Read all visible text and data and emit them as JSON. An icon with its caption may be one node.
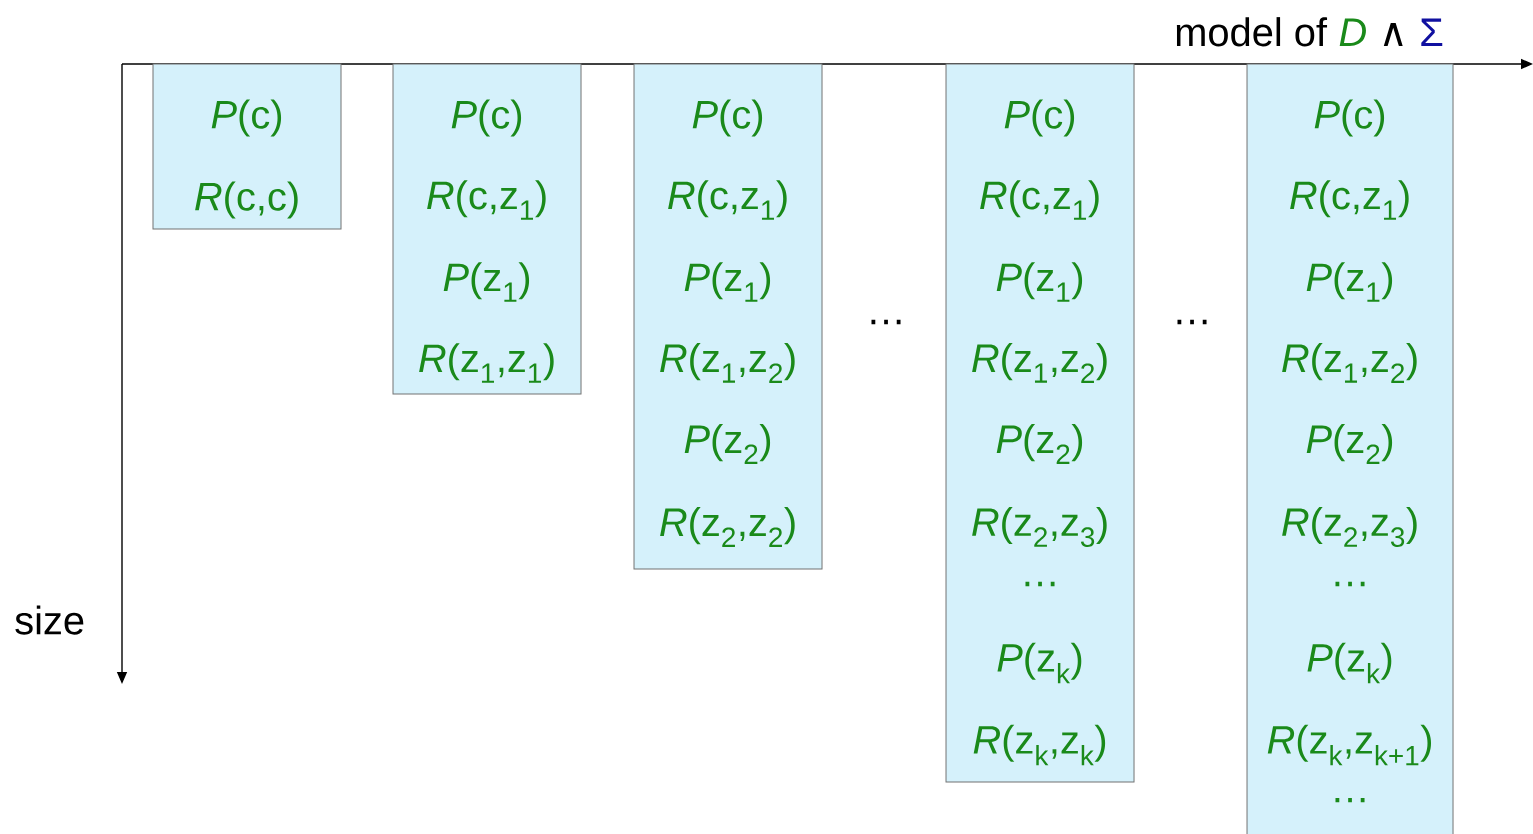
{
  "diagram": {
    "nodes": [
      {
        "text": [
          "*P*(c)",
          "*R*(c,c)"
        ]
      },
      {
        "text": [
          "*P*(c)",
          "*R*(c,z$_{1}$)",
          "*P*(z$_{1}$)",
          "*R*(z$_{1}$,z$_{1}$)"
        ]
      },
      {
        "text": [
          "*P*(c)",
          "*R*(c,z$_{1}$)",
          "*P*(z$_{1}$)",
          "*R*(z$_{1}$,z$_{2}$)",
          "*P*(z$_{2}$)",
          "*R*(z$_{2}$,z$_{2}$)"
        ]
      },
      {
        "text": [
          "*P*(c)",
          "*R*(c,z$_{1}$)",
          "*P*(z$_{1}$)",
          "*R*(z$_{1}$,z$_{2}$)",
          "*P*(z$_{2}$)",
          "*R*(z$_{2}$,z$_{3}$)",
          "…",
          "*P*(z$_{k}$)",
          "*R*(z$_{k}$,z$_{k}$)"
        ]
      },
      {
        "text": [
          "*P*(c)",
          "*R*(c,z$_{1}$)",
          "*P*(z$_{1}$)",
          "*R*(z$_{1}$,z$_{2}$)",
          "*P*(z$_{2}$)",
          "*R*(z$_{2}$,z$_{3}$)",
          "…",
          "*P*(z$_{k}$)",
          "*R*(z$_{k}$,z$_{k+1}$)",
          "…"
        ]
      }
    ],
    "labels": [
      "model of",
      "D",
      "∧",
      "Σ",
      "size",
      "…",
      "…"
    ]
  }
}
